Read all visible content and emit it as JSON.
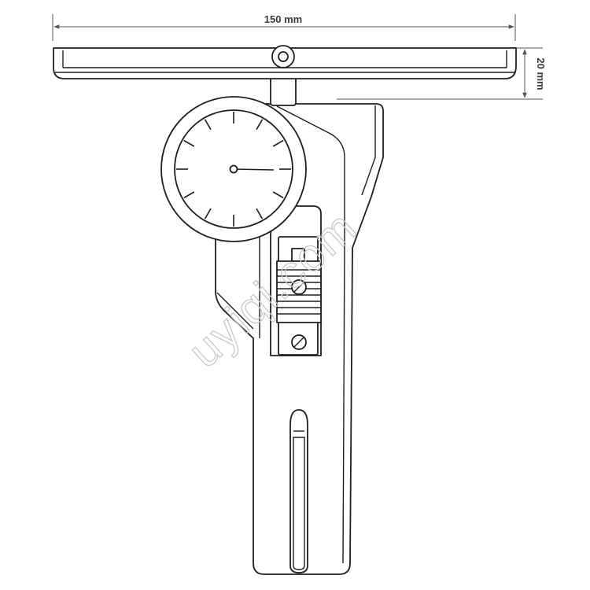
{
  "dimensions": {
    "width_label": "150 mm",
    "height_label": "20 mm"
  },
  "watermark": {
    "text": "uyiqi.com"
  }
}
